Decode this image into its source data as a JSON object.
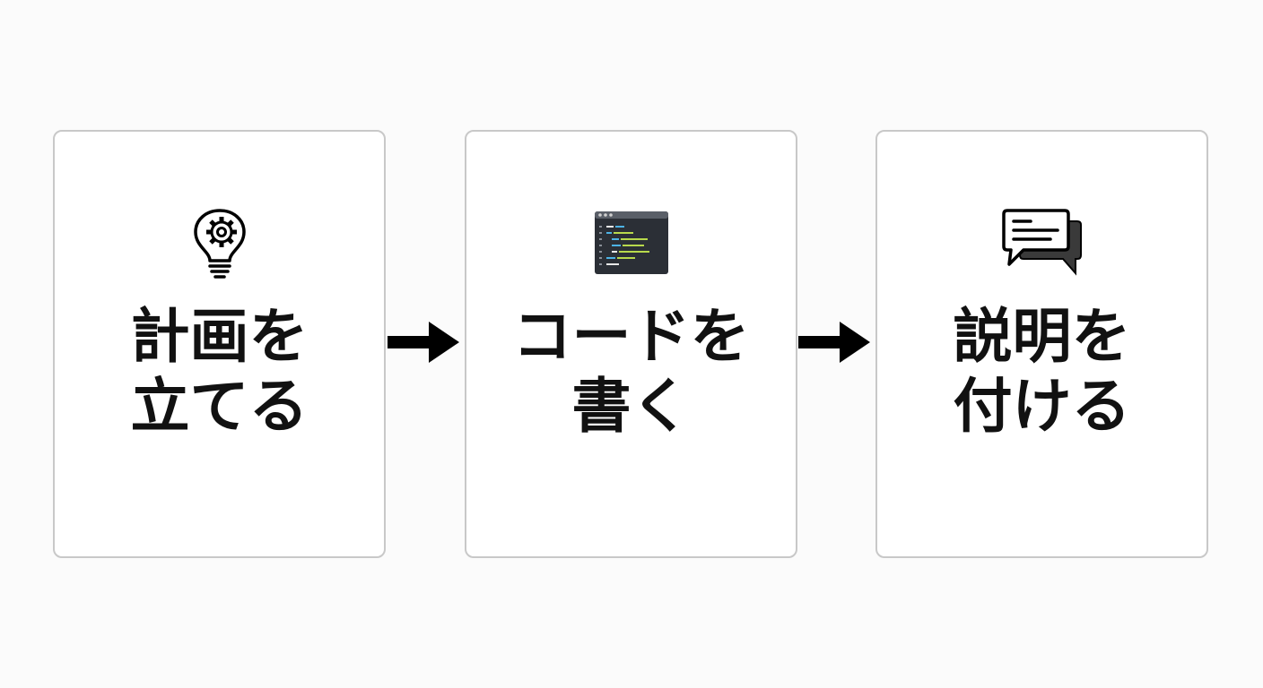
{
  "steps": [
    {
      "label": "計画を\n立てる",
      "icon": "lightbulb-gear-icon"
    },
    {
      "label": "コードを\n書く",
      "icon": "code-editor-icon"
    },
    {
      "label": "説明を\n付ける",
      "icon": "chat-bubbles-icon"
    }
  ],
  "colors": {
    "border": "#c8c8c8",
    "text": "#111111",
    "arrow": "#000000",
    "editor_bg": "#2b2f36"
  }
}
